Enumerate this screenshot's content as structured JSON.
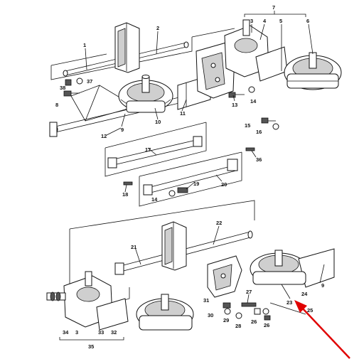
{
  "labels": [
    {
      "id": "1",
      "text": "1"
    },
    {
      "id": "2",
      "text": "2"
    },
    {
      "id": "3a",
      "text": "3"
    },
    {
      "id": "4",
      "text": "4"
    },
    {
      "id": "5",
      "text": "5"
    },
    {
      "id": "6",
      "text": "6"
    },
    {
      "id": "7",
      "text": "7"
    },
    {
      "id": "8",
      "text": "8"
    },
    {
      "id": "9a",
      "text": "9"
    },
    {
      "id": "10",
      "text": "10"
    },
    {
      "id": "11",
      "text": "11"
    },
    {
      "id": "12",
      "text": "12"
    },
    {
      "id": "13",
      "text": "13"
    },
    {
      "id": "14a",
      "text": "14"
    },
    {
      "id": "15",
      "text": "15"
    },
    {
      "id": "16",
      "text": "16"
    },
    {
      "id": "17",
      "text": "17"
    },
    {
      "id": "18",
      "text": "18"
    },
    {
      "id": "19",
      "text": "19"
    },
    {
      "id": "20",
      "text": "20"
    },
    {
      "id": "14b",
      "text": "14"
    },
    {
      "id": "36",
      "text": "36"
    },
    {
      "id": "37",
      "text": "37"
    },
    {
      "id": "38",
      "text": "38"
    },
    {
      "id": "21",
      "text": "21"
    },
    {
      "id": "22",
      "text": "22"
    },
    {
      "id": "9b",
      "text": "9"
    },
    {
      "id": "23",
      "text": "23"
    },
    {
      "id": "24",
      "text": "24"
    },
    {
      "id": "25",
      "text": "25"
    },
    {
      "id": "26a",
      "text": "26"
    },
    {
      "id": "26b",
      "text": "26"
    },
    {
      "id": "27",
      "text": "27"
    },
    {
      "id": "28",
      "text": "28"
    },
    {
      "id": "29",
      "text": "29"
    },
    {
      "id": "30",
      "text": "30"
    },
    {
      "id": "31",
      "text": "31"
    },
    {
      "id": "32",
      "text": "32"
    },
    {
      "id": "33",
      "text": "33"
    },
    {
      "id": "3b",
      "text": "3"
    },
    {
      "id": "34",
      "text": "34"
    },
    {
      "id": "35",
      "text": "35"
    }
  ],
  "highlight": {
    "target_label": "23",
    "arrow_color": "#e00000"
  }
}
